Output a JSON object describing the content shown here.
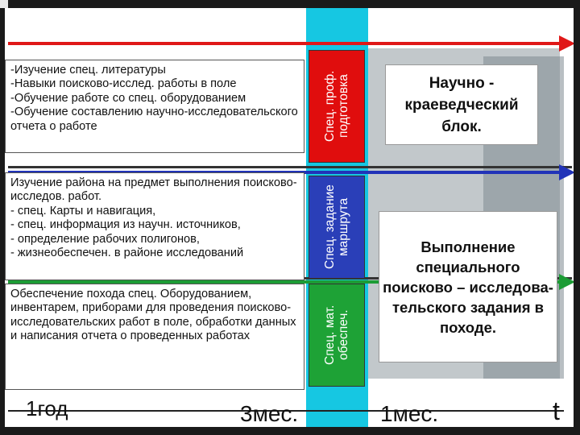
{
  "blocks": [
    {
      "text": "-Изучение спец. литературы\n-Навыки поисково-исслед. работы в поле\n-Обучение работе со спец. оборудованием\n-Обучение составлению научно-исследовательского отчета о работе",
      "side_label": "Спец. проф. подготовка"
    },
    {
      "text": "Изучение района на предмет выполнения поисково-исследов. работ.\n- спец. Карты и навигация,\n- спец. информация из научн. источников,\n- определение рабочих полигонов,\n- жизнеобеспечен. в районе исследований",
      "side_label": "Спец. задание маршрута"
    },
    {
      "text": "Обеспечение похода спец. Оборудованием, инвентарем, приборами для проведения поисково-исследовательских работ в поле, обработки данных и написания отчета о проведенных работах",
      "side_label": "Спец. мат. обеспеч."
    }
  ],
  "right_blocks": {
    "science": "Научно - краеведческий блок.",
    "execution": "Выполнение специального поисково – исследова-тельского задания в походе."
  },
  "timeline": {
    "year": "1год",
    "months3": "3мес.",
    "month1": "1мес.",
    "axis": "t"
  },
  "colors": {
    "red": "#e01818",
    "blue": "#2133b8",
    "green": "#1c9c35",
    "cyan": "#16c7e2"
  }
}
